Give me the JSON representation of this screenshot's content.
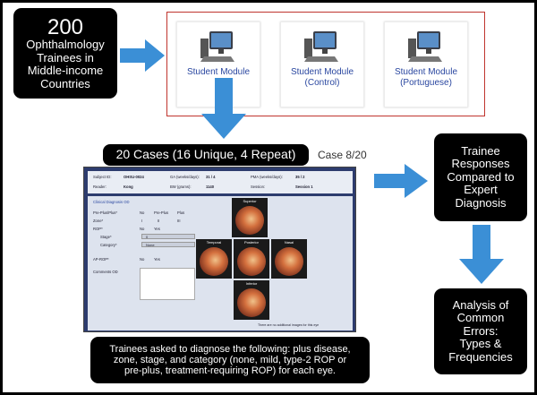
{
  "trainees_box": {
    "number": "200",
    "line1": "Ophthalmology",
    "line2": "Trainees in",
    "line3": "Middle-income",
    "line4": "Countries"
  },
  "modules": [
    {
      "label_line1": "Student Module",
      "label_line2": ""
    },
    {
      "label_line1": "Student Module",
      "label_line2": "(Control)"
    },
    {
      "label_line1": "Student Module",
      "label_line2": "(Portuguese)"
    }
  ],
  "cases_box": {
    "text": "20 Cases (16 Unique, 4 Repeat)"
  },
  "case_counter": "Case 8/20",
  "screenshot": {
    "subject_id_label": "Subject ID:",
    "subject_id": "OHSU-0024",
    "ga_label": "GA (weeks/days):",
    "ga": "31 / 4",
    "pma_label": "PMA (weeks/days):",
    "pma": "35 / 2",
    "reader_label": "Reader:",
    "reader": "Kong",
    "bw_label": "BW (grams):",
    "bw": "1140",
    "session_label": "Session:",
    "session": "Session 1",
    "section_title": "Clinical Diagnosis OD",
    "plus_label": "Pre-Plus/Plus*",
    "plus_opts": [
      "No",
      "Pre-Plus",
      "Plus"
    ],
    "zone_label": "Zone*",
    "zone_opts": [
      "I",
      "II",
      "III"
    ],
    "rop_label": "ROP*",
    "rop_opts": [
      "No",
      "Yes"
    ],
    "stage_label": "Stage*",
    "stage_val": "0",
    "category_label": "Category*",
    "category_val": "None",
    "aprop_label": "AP-ROP*",
    "aprop_opts": [
      "No",
      "Yes"
    ],
    "comments_label": "Comments OD",
    "fundus_labels": [
      "Superior",
      "Temporal",
      "Posterior",
      "Nasal",
      "Inferior"
    ],
    "footer_note": "There are no additional images for this eye"
  },
  "instructions_box": {
    "line1": "Trainees asked to diagnose the following: plus disease,",
    "line2": "zone, stage, and category (none, mild, type-2 ROP or",
    "line3": "pre-plus, treatment-requiring ROP) for each eye."
  },
  "responses_box": {
    "line1": "Trainee",
    "line2": "Responses",
    "line3": "Compared to",
    "line4": "Expert",
    "line5": "Diagnosis"
  },
  "analysis_box": {
    "line1": "Analysis of",
    "line2": "Common",
    "line3": "Errors:",
    "line4": "Types &",
    "line5": "Frequencies"
  },
  "colors": {
    "arrow": "#3b8fd6",
    "box_bg": "#000000",
    "module_text": "#2a47a0",
    "frame": "#c0352e"
  }
}
